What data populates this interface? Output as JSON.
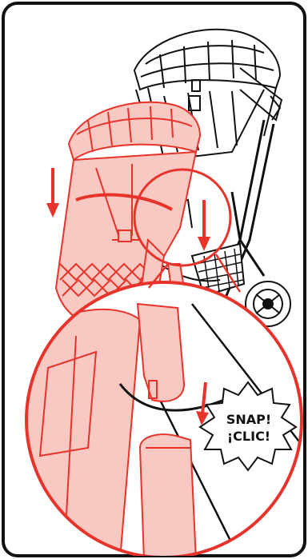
{
  "callout": {
    "line1": "SNAP!",
    "line2": "¡CLIC!"
  },
  "colors": {
    "accent_red": "#e8332a",
    "red_tint": "#f8c9c2",
    "outline": "#111111",
    "background": "#ffffff"
  },
  "icons": {
    "down_arrow_count": 3,
    "callout_shape": "starburst"
  }
}
